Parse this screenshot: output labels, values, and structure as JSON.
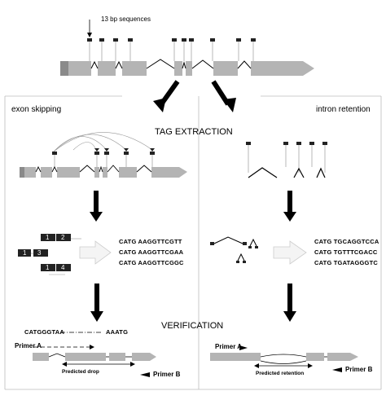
{
  "labels": {
    "top_sequences": "13 bp sequences",
    "left_title": "exon skipping",
    "right_title": "intron retention",
    "tag_extraction": "TAG EXTRACTION",
    "verification": "VERIFICATION"
  },
  "tag_boxes": [
    "1",
    "2",
    "1",
    "3",
    "1",
    "4"
  ],
  "left_sequences": [
    "CATG AAGGTTCGTT",
    "CATG AAGGTTCGAA",
    "CATG AAGGTTCGGC"
  ],
  "right_sequences": [
    "CATG TGCAGGTCCA",
    "CATG TGTTTCGACC",
    "CATG TGATAGGGTC"
  ],
  "verification_left": {
    "seq_start": "CATGGGTAA",
    "seq_end": "AAATG",
    "primer_a": "Primer A",
    "primer_b": "Primer B",
    "predicted": "Predicted drop"
  },
  "verification_right": {
    "primer_a": "Primer A",
    "primer_b": "Primer B",
    "predicted": "Predicted retention"
  },
  "colors": {
    "exon": "#b4b4b4",
    "dark_exon": "#8a8a8a",
    "arrow": "#000000",
    "hollow_arrow": "#f4f4f4"
  }
}
